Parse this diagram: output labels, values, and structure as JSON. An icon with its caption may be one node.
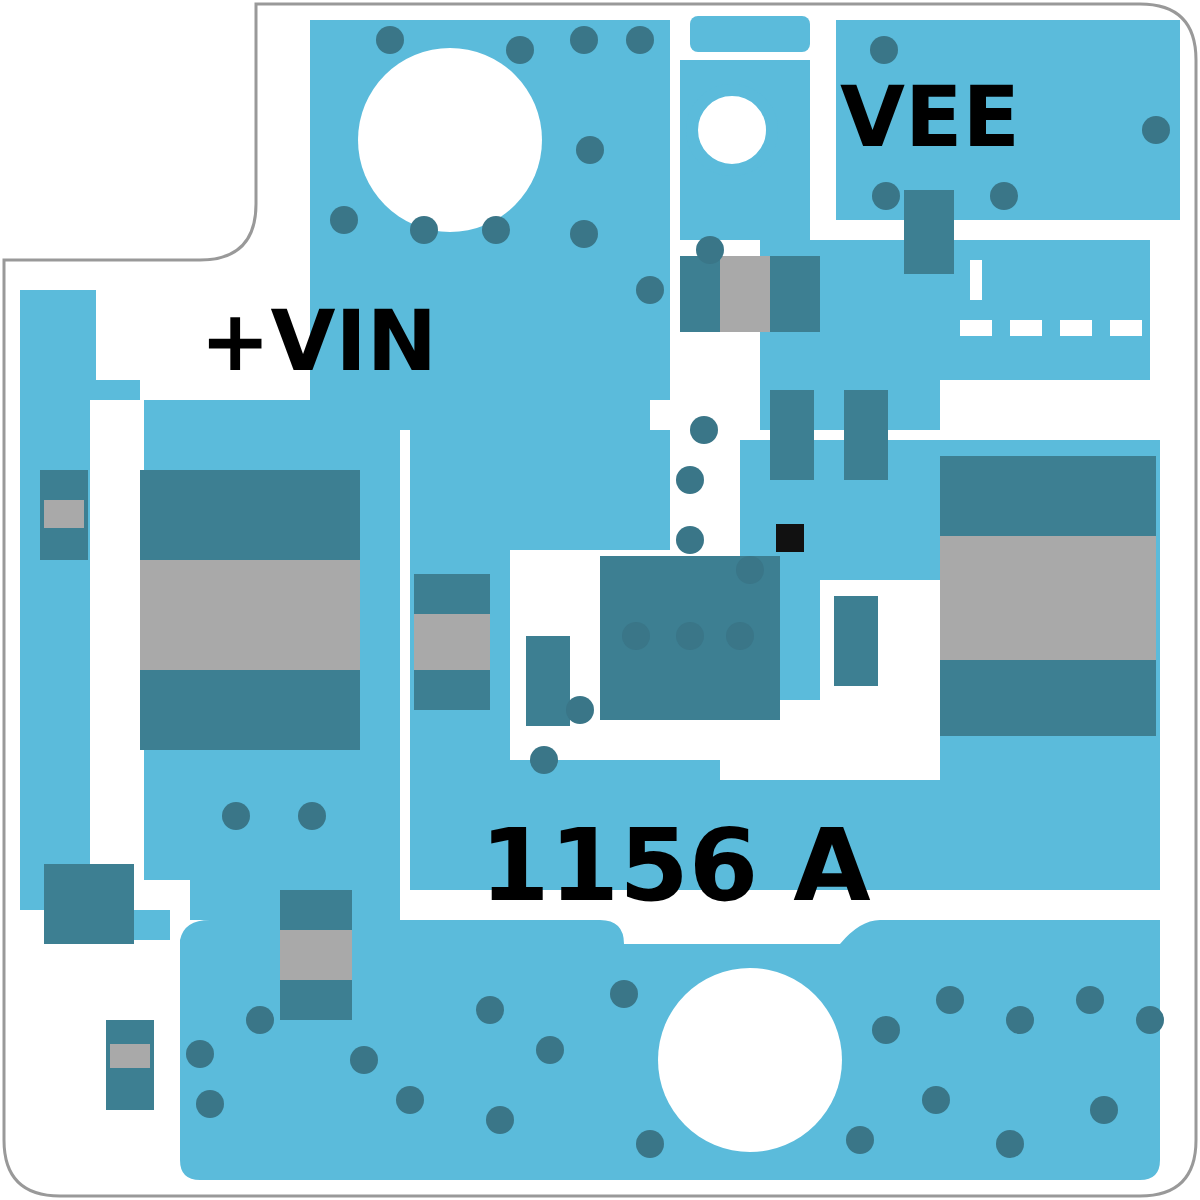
{
  "diagram": {
    "labels": [
      "VEE",
      "+VIN",
      "1156 A"
    ]
  }
}
